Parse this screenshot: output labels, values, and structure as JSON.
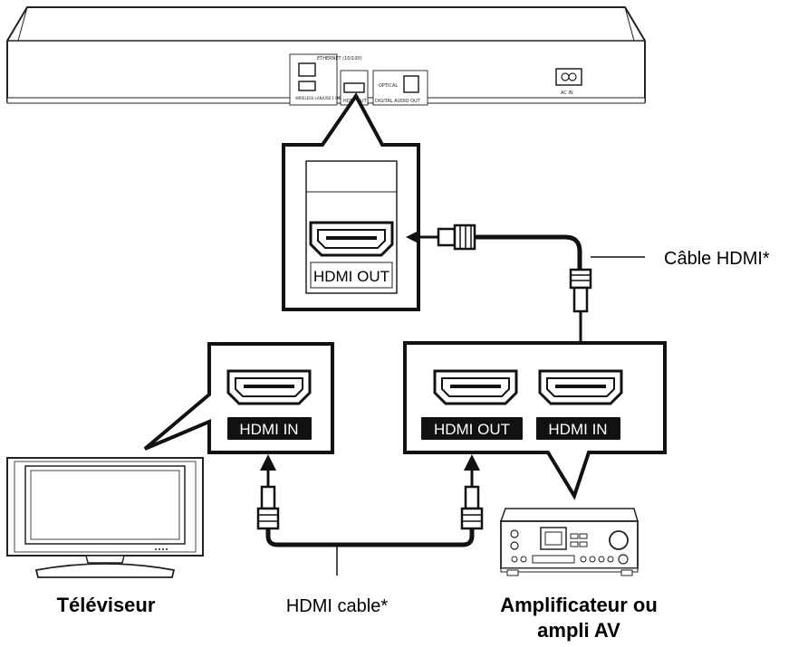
{
  "player": {
    "ethernet_label": "ETHERNET (10/100)",
    "usb_label": "WIRELESS LAN/USB 1  DC5V 500mA",
    "hdmi_out_small": "HDMI OUT",
    "optical_label": "OPTICAL",
    "digital_audio_out": "DIGITAL AUDIO OUT",
    "ac_in": "AC IN"
  },
  "player_zoom": {
    "port_label": "HDMI OUT"
  },
  "tv_zoom": {
    "port_label": "HDMI IN"
  },
  "amp_zoom": {
    "out_label": "HDMI OUT",
    "in_label": "HDMI IN"
  },
  "cable_top_label": "Câble HDMI*",
  "cable_bottom_label": "HDMI cable*",
  "tv_label": "Téléviseur",
  "amp_label_line1": "Amplificateur ou",
  "amp_label_line2": "ampli AV"
}
